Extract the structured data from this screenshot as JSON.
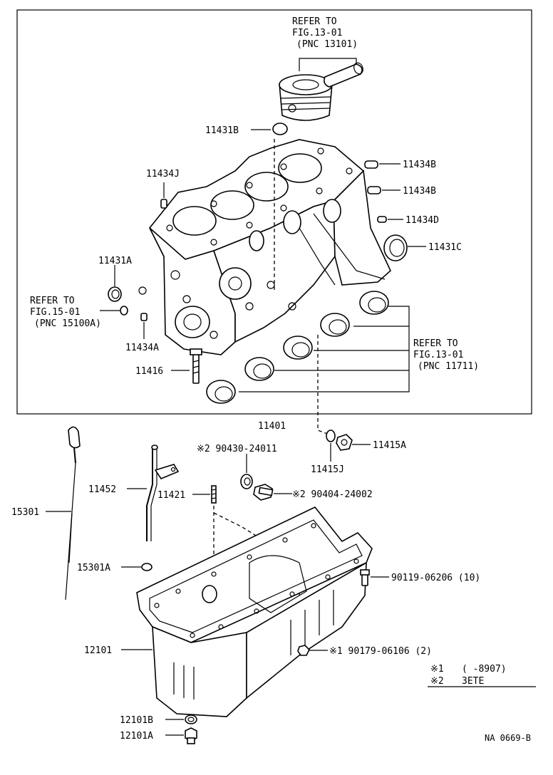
{
  "refs": {
    "fig13_piston": {
      "line1": "REFER TO",
      "line2": "FIG.13-01",
      "line3": "(PNC 13101)"
    },
    "fig15": {
      "line1": "REFER TO",
      "line2": "FIG.15-01",
      "line3": "(PNC 15100A)"
    },
    "fig13_bearings": {
      "line1": "REFER TO",
      "line2": "FIG.13-01",
      "line3": "(PNC 11711)"
    }
  },
  "labels": {
    "p11431B": "11431B",
    "p11434J": "11434J",
    "p11434B_1": "11434B",
    "p11434B_2": "11434B",
    "p11434D": "11434D",
    "p11431C": "11431C",
    "p11431A": "11431A",
    "p11434A": "11434A",
    "p11416": "11416",
    "p11401": "11401",
    "p11415A": "11415A",
    "p11415J": "11415J",
    "p290430": "※2 90430-24011",
    "p290404": "※2 90404-24002",
    "p11452": "11452",
    "p11421": "11421",
    "p15301": "15301",
    "p15301A": "15301A",
    "p90119": "90119-06206 (10)",
    "p12101": "12101",
    "p90179": "※1  90179-06106 (2)",
    "p12101B": "12101B",
    "p12101A": "12101A"
  },
  "legend": {
    "row1_mark": "※1",
    "row1_text": "(      -8907)",
    "row2_mark": "※2",
    "row2_text": "3ETE"
  },
  "footer": {
    "code": "NA 0669-B"
  }
}
